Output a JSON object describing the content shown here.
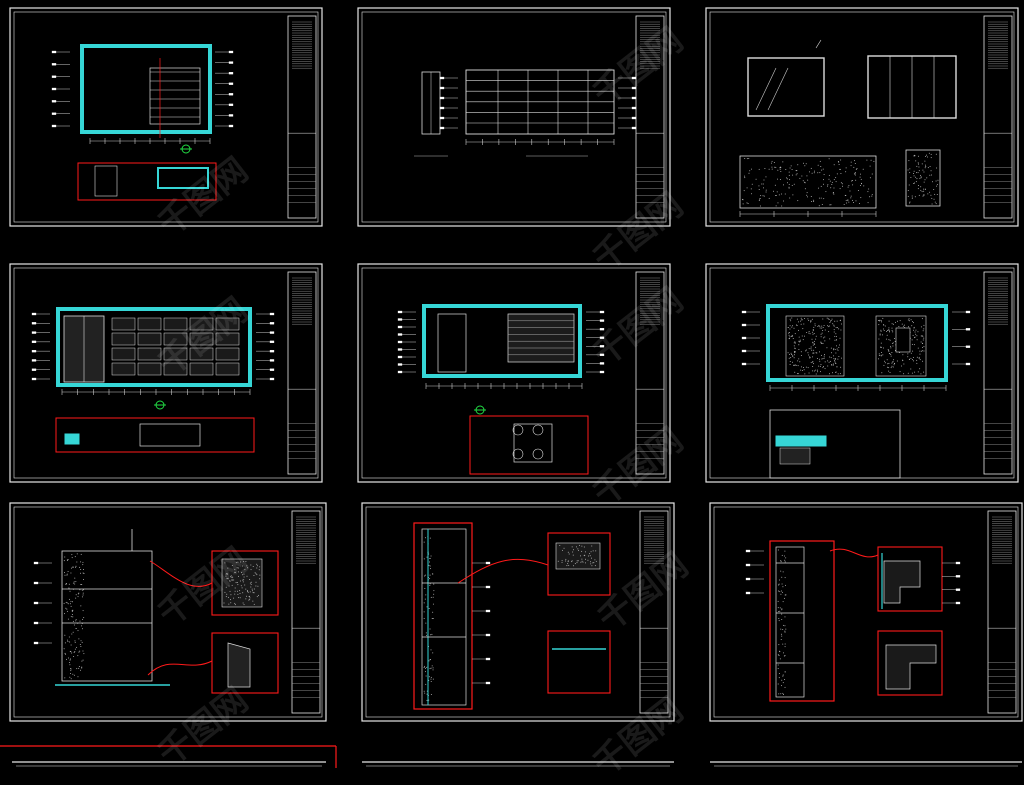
{
  "viewer": {
    "watermark_text": "千图网",
    "colors": {
      "background": "#000000",
      "frame": "#e6e6e6",
      "wall": "#36d6d6",
      "detail_red": "#ff1a1a",
      "section_tag": "#22dd44"
    }
  },
  "sheets": [
    {
      "id": "sheet-1",
      "type": "plan-elevation",
      "labels": [
        "",
        ""
      ]
    },
    {
      "id": "sheet-2",
      "type": "shelf-elevation",
      "labels": [
        "",
        ""
      ]
    },
    {
      "id": "sheet-3",
      "type": "panel-elevations",
      "labels": [
        "",
        "",
        ""
      ]
    },
    {
      "id": "sheet-4",
      "type": "plan-elevation",
      "labels": [
        "",
        ""
      ]
    },
    {
      "id": "sheet-5",
      "type": "plan-elevation",
      "labels": [
        "",
        ""
      ]
    },
    {
      "id": "sheet-6",
      "type": "plan-elevation",
      "labels": [
        "",
        ""
      ]
    },
    {
      "id": "sheet-7",
      "type": "section-details",
      "labels": [
        "",
        ""
      ]
    },
    {
      "id": "sheet-8",
      "type": "section-details",
      "labels": [
        "",
        ""
      ]
    },
    {
      "id": "sheet-9",
      "type": "section-details",
      "labels": [
        "",
        ""
      ]
    }
  ]
}
